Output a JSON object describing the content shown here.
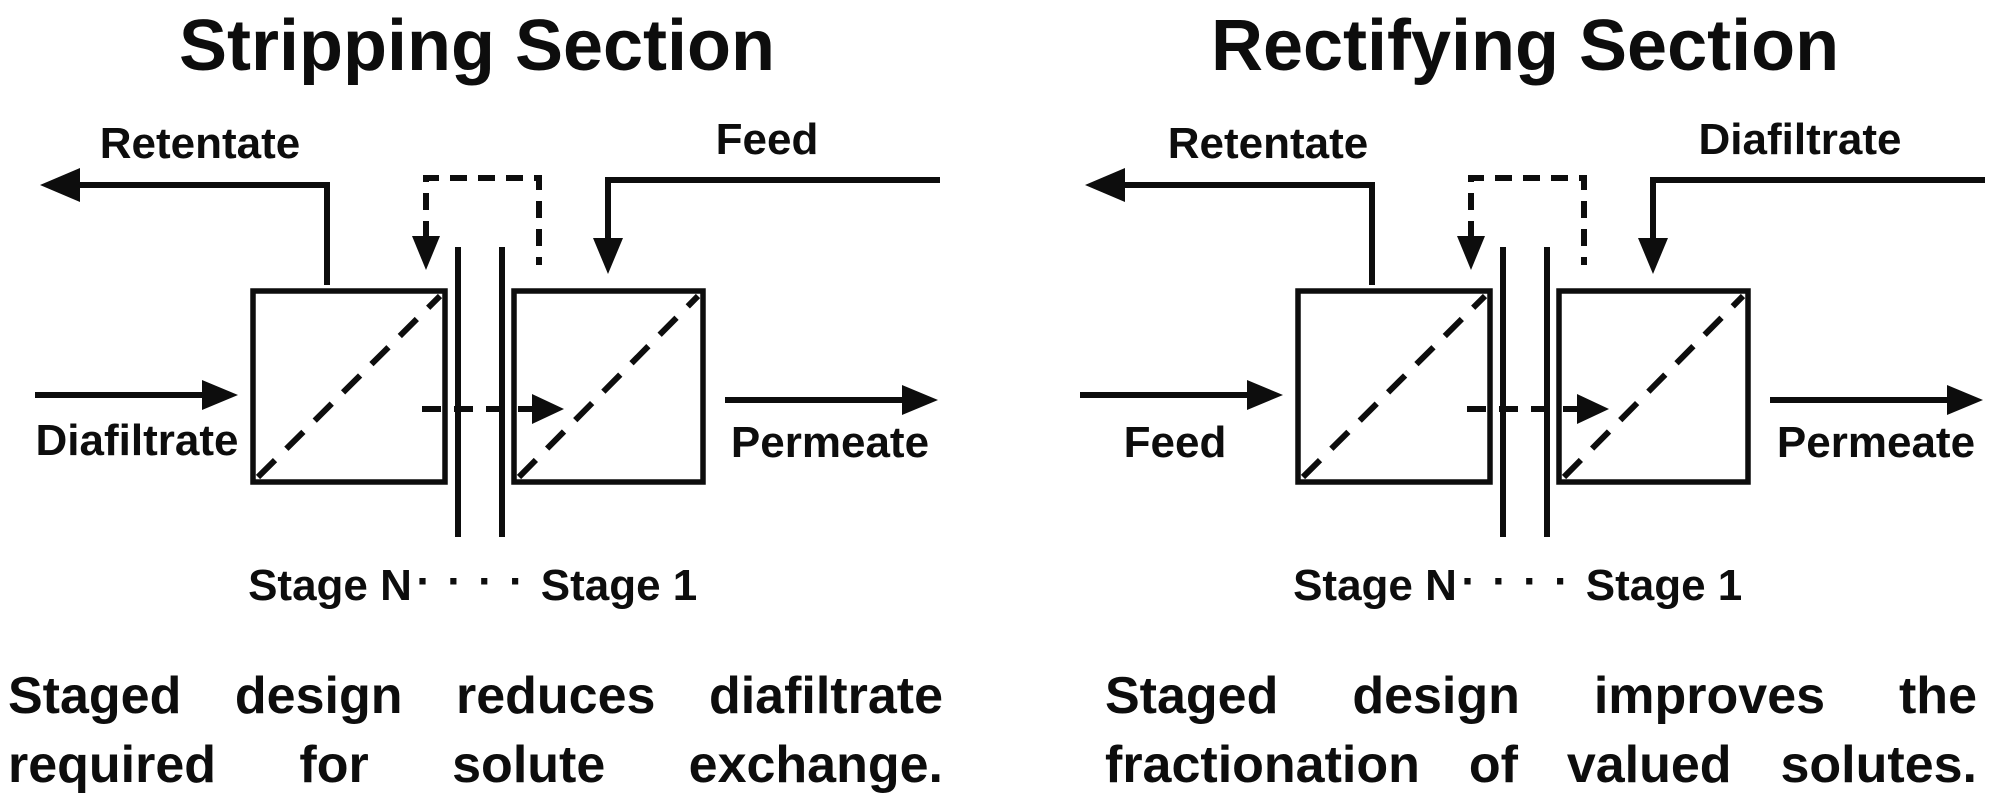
{
  "colors": {
    "ink": "#0d0d0d",
    "background": "#ffffff"
  },
  "sections": [
    {
      "title": "Stripping Section",
      "streams": {
        "top_left": "Retentate",
        "top_right": "Feed",
        "bottom_left": "Diafiltrate",
        "bottom_right": "Permeate"
      },
      "stages": {
        "left": "Stage N",
        "dots": "· · · ·",
        "right": "Stage 1"
      },
      "caption": {
        "line1": "Staged design reduces diafiltrate",
        "line2": "required for solute exchange."
      }
    },
    {
      "title": "Rectifying Section",
      "streams": {
        "top_left": "Retentate",
        "top_right": "Diafiltrate",
        "bottom_left": "Feed",
        "bottom_right": "Permeate"
      },
      "stages": {
        "left": "Stage N",
        "dots": "· · · ·",
        "right": "Stage 1"
      },
      "caption": {
        "line1": "Staged design improves the",
        "line2": "fractionation of valued solutes."
      }
    }
  ]
}
